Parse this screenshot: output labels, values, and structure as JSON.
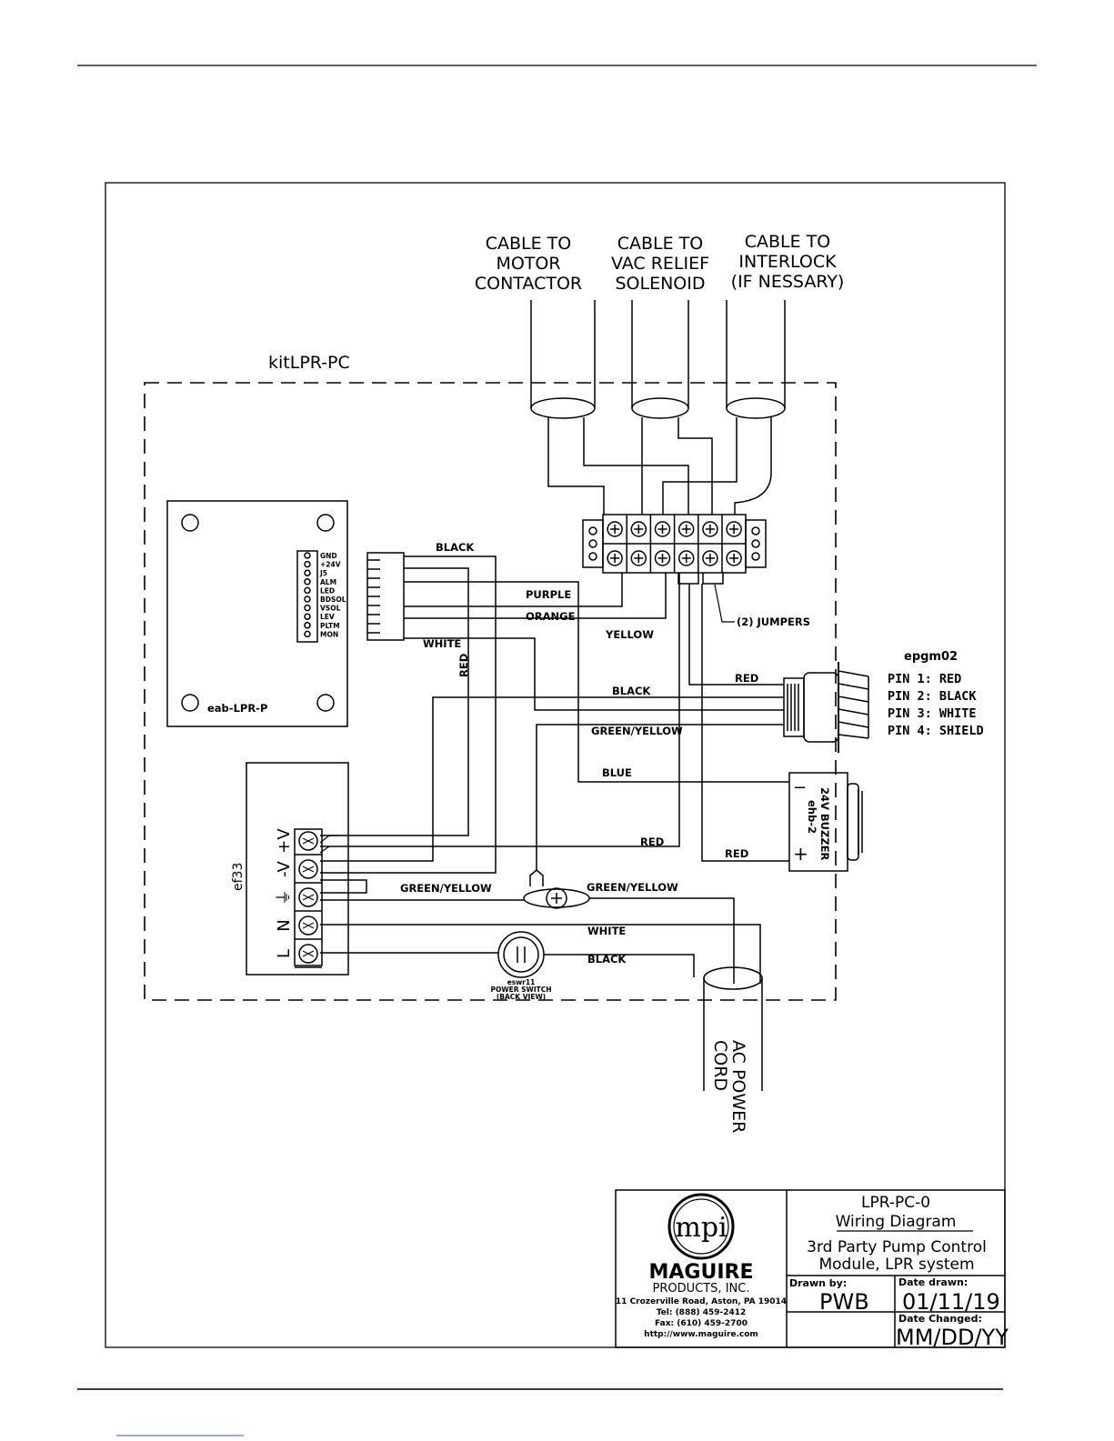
{
  "cables": {
    "motor": [
      "CABLE TO",
      "MOTOR",
      "CONTACTOR"
    ],
    "vac": [
      "CABLE TO",
      "VAC RELIEF",
      "SOLENOID"
    ],
    "interlock": [
      "CABLE TO",
      "INTERLOCK",
      "(IF NESSARY)"
    ]
  },
  "kit_label": "kitLPR-PC",
  "board": {
    "name": "eab-LPR-P",
    "pins": [
      "GND",
      "+24V",
      "J5",
      "ALM",
      "LED",
      "BDSOL",
      "VSOL",
      "LEV",
      "PLTM",
      "MON"
    ]
  },
  "wires": {
    "black_top": "BLACK",
    "purple": "PURPLE",
    "orange": "ORANGE",
    "yellow": "YELLOW",
    "white_top": "WHITE",
    "red_vertical": "RED",
    "red_epgm": "RED",
    "black_mid": "BLACK",
    "green_yellow_mid": "GREEN/YELLOW",
    "blue": "BLUE",
    "red_psu": "RED",
    "red_buzzer": "RED",
    "green_yellow_left": "GREEN/YELLOW",
    "green_yellow_right": "GREEN/YELLOW",
    "white_bottom": "WHITE",
    "black_bottom": "BLACK"
  },
  "jumpers_label": "(2) JUMPERS",
  "connector": {
    "name": "epgm02",
    "pins": [
      "PIN 1: RED",
      "PIN 2: BLACK",
      "PIN 3: WHITE",
      "PIN 4: SHIELD"
    ]
  },
  "buzzer": {
    "line1": "24V BUZZER",
    "line2": "ehb-2",
    "minus": "−",
    "plus": "+"
  },
  "psu": {
    "name": "ef33",
    "terminals": [
      "+V",
      "-V",
      "⏚",
      "N",
      "L"
    ]
  },
  "switch": {
    "line1": "eswr11",
    "line2": "POWER SWITCH",
    "line3": "(BACK VIEW)"
  },
  "ac_cord": [
    "AC POWER",
    "CORD"
  ],
  "title_block": {
    "logo_text": "mpi",
    "company": "MAGUIRE",
    "company_sub": "PRODUCTS, INC.",
    "address": "11 Crozerville Road, Aston, PA 19014",
    "tel": "Tel: (888) 459-2412",
    "fax": "Fax: (610) 459-2700",
    "web": "http://www.maguire.com",
    "drawing_no": "LPR-PC-0",
    "drawing_type": "Wiring Diagram",
    "desc1": "3rd Party Pump Control",
    "desc2": "Module, LPR system",
    "drawn_by_label": "Drawn by:",
    "drawn_by": "PWB",
    "date_drawn_label": "Date drawn:",
    "date_drawn": "01/11/19",
    "date_changed_label": "Date Changed:",
    "date_changed": "MM/DD/YY"
  }
}
